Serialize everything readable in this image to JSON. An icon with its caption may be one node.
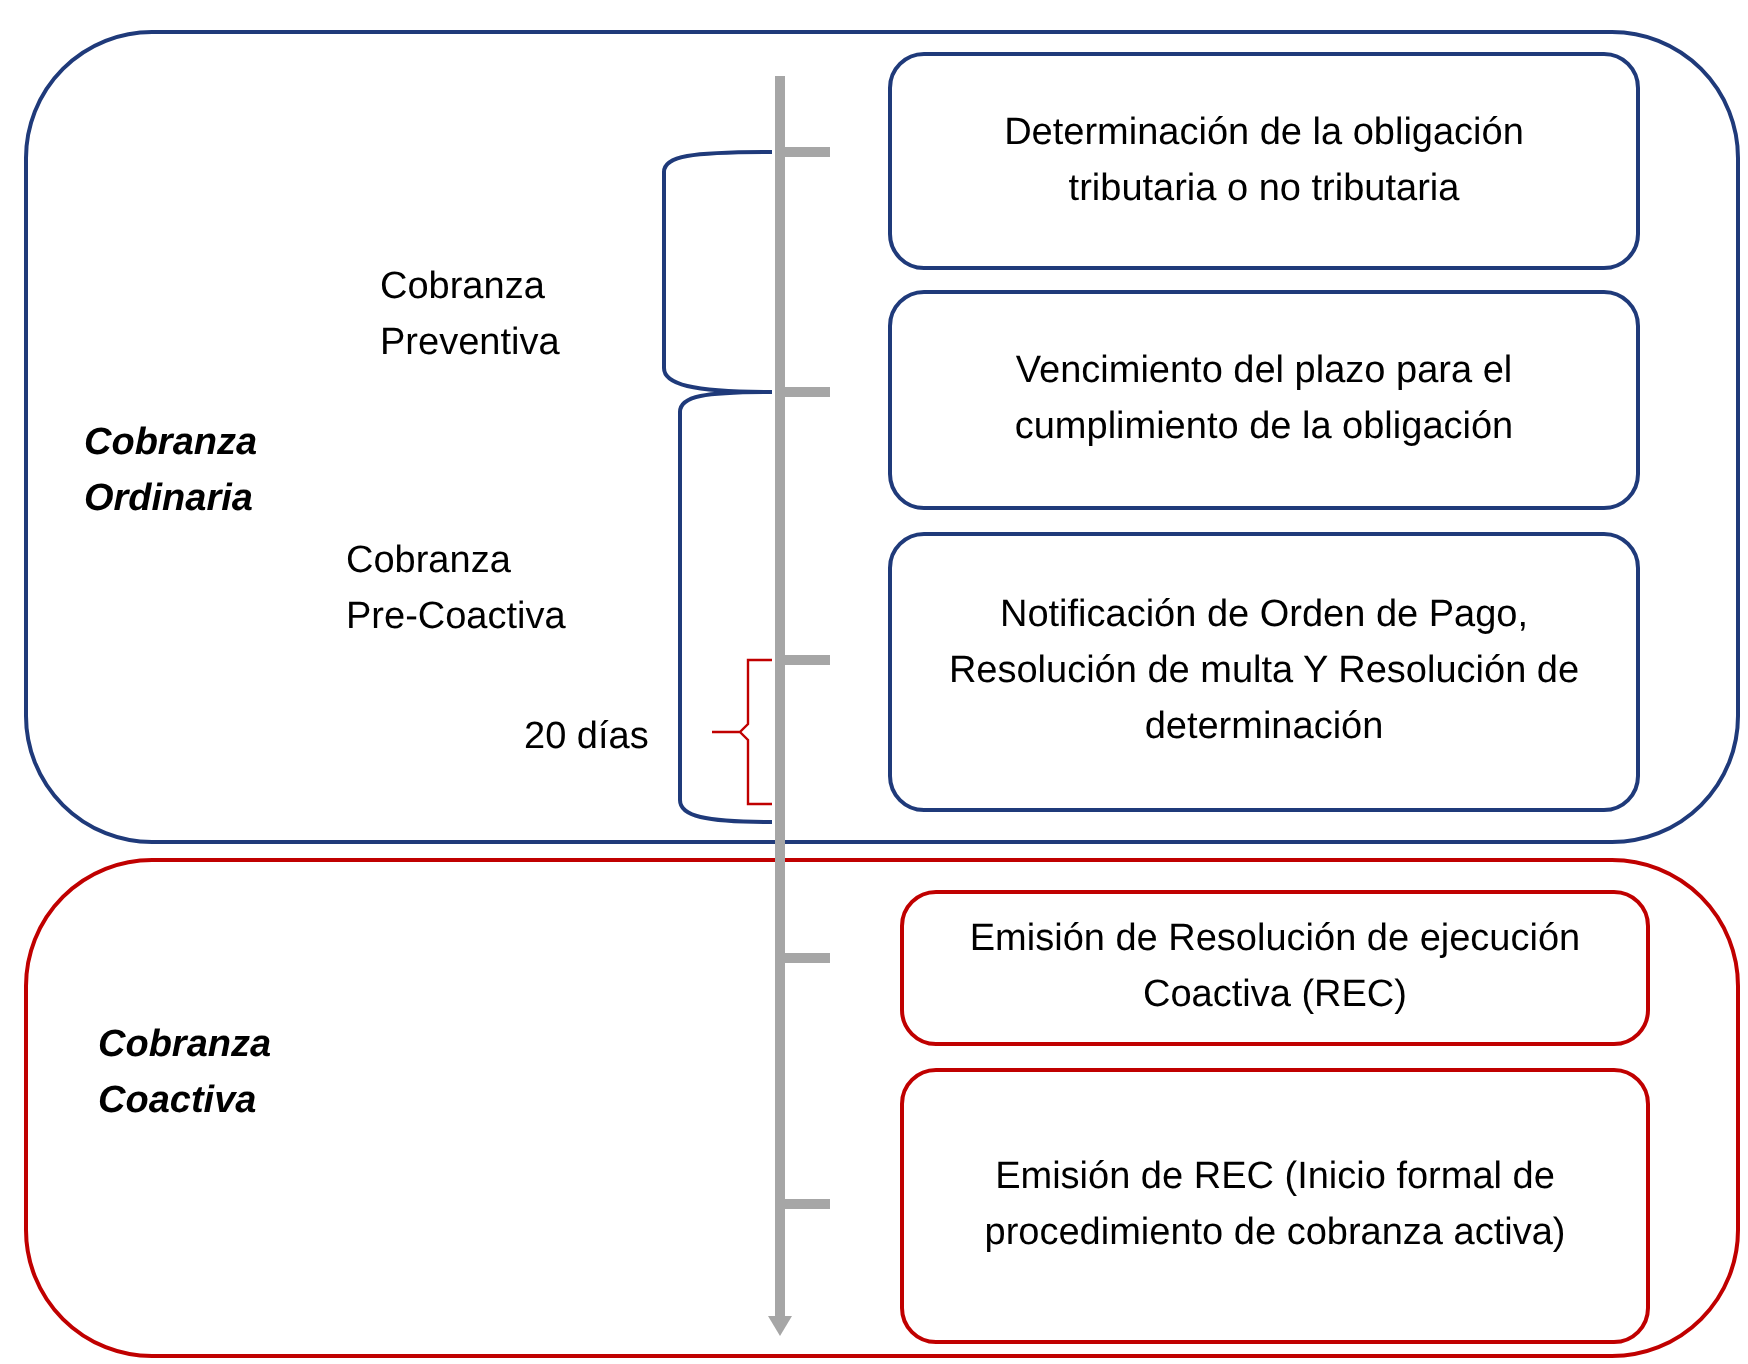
{
  "diagram": {
    "nodes": [
      {
        "text": [
          "Cobranza Ordinaria"
        ]
      },
      {
        "text": [
          "Determinación de la obligación tributaria o no tributaria"
        ],
        "in": 0
      },
      {
        "text": [
          "Vencimiento del plazo para el cumplimiento de la obligación"
        ],
        "in": 0
      },
      {
        "text": [
          "Notificación de Orden de Pago, Resolución de multa Y Resolución de determinación"
        ],
        "in": 0
      },
      {
        "text": [
          "Cobranza Coactiva"
        ]
      },
      {
        "text": [
          "Emisión de Resolución de ejecución Coactiva (REC)"
        ],
        "in": 4
      },
      {
        "text": [
          "Emisión de REC (Inicio formal de procedimiento de cobranza activa)"
        ],
        "in": 4
      }
    ],
    "labels": [
      "Cobranza Preventiva",
      "Cobranza Pre-Coactiva",
      "20 días"
    ]
  }
}
